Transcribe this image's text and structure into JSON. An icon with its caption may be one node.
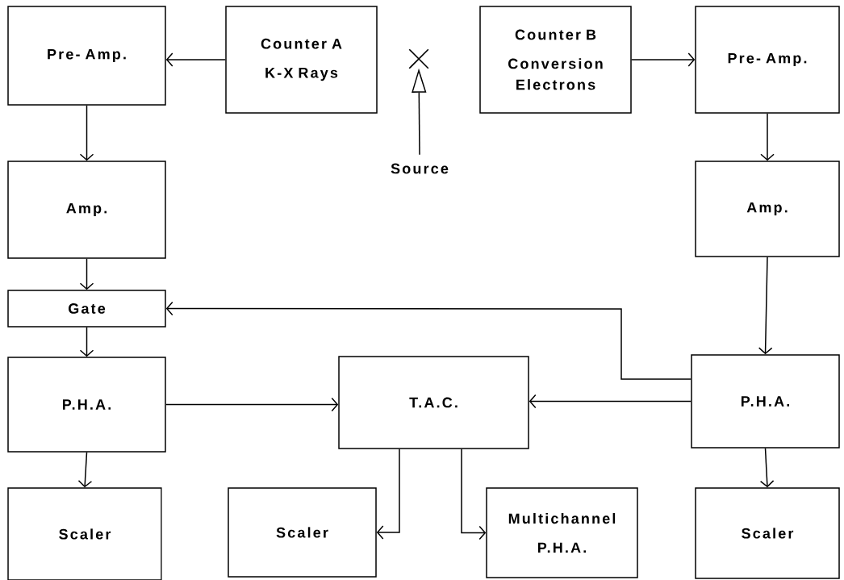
{
  "diagram": {
    "nodes": [
      {
        "text": [
          "Pre- Amp."
        ]
      },
      {
        "text": [
          "Counter A",
          "K-X Rays"
        ]
      },
      {
        "text": [],
        "shape": "cross"
      },
      {
        "text": [
          "Counter B",
          "Conversion Electrons"
        ]
      },
      {
        "text": [
          "Pre- Amp."
        ]
      },
      {
        "text": [
          "Amp."
        ]
      },
      {
        "text": [
          "Source"
        ]
      },
      {
        "text": [
          "Amp."
        ]
      },
      {
        "text": [
          "Gate"
        ]
      },
      {
        "text": [
          "P.H.A."
        ]
      },
      {
        "text": [
          "T.A.C."
        ]
      },
      {
        "text": [
          "P.H.A."
        ]
      },
      {
        "text": [
          "Scaler"
        ]
      },
      {
        "text": [
          "Scaler"
        ]
      },
      {
        "text": [
          "Multichannel",
          "P.H.A."
        ]
      },
      {
        "text": [
          "Scaler"
        ]
      }
    ],
    "edges": [
      {
        "from": 1,
        "to": 0,
        "arrow": "to"
      },
      {
        "from": 3,
        "to": 4,
        "arrow": "to"
      },
      {
        "from": 6,
        "to": 2,
        "arrow": "to"
      },
      {
        "from": 0,
        "to": 5,
        "arrow": "to"
      },
      {
        "from": 4,
        "to": 7,
        "arrow": "to"
      },
      {
        "from": 5,
        "to": 8,
        "arrow": "to"
      },
      {
        "from": 7,
        "to": 11,
        "arrow": "to"
      },
      {
        "from": 8,
        "to": 9,
        "arrow": "to"
      },
      {
        "from": 11,
        "to": 8,
        "arrow": "to"
      },
      {
        "from": 9,
        "to": 10,
        "arrow": "to"
      },
      {
        "from": 11,
        "to": 10,
        "arrow": "to"
      },
      {
        "from": 9,
        "to": 12,
        "arrow": "to"
      },
      {
        "from": 10,
        "to": 13,
        "arrow": "to"
      },
      {
        "from": 10,
        "to": 14,
        "arrow": "to"
      },
      {
        "from": 11,
        "to": 15,
        "arrow": "to"
      }
    ]
  }
}
